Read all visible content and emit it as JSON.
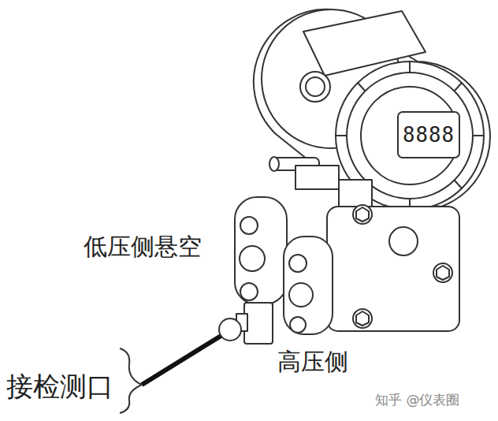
{
  "diagram": {
    "labels": [
      "低压侧悬空",
      "高压侧",
      "接检测口",
      "8888",
      "知乎 @仪表圈"
    ]
  }
}
